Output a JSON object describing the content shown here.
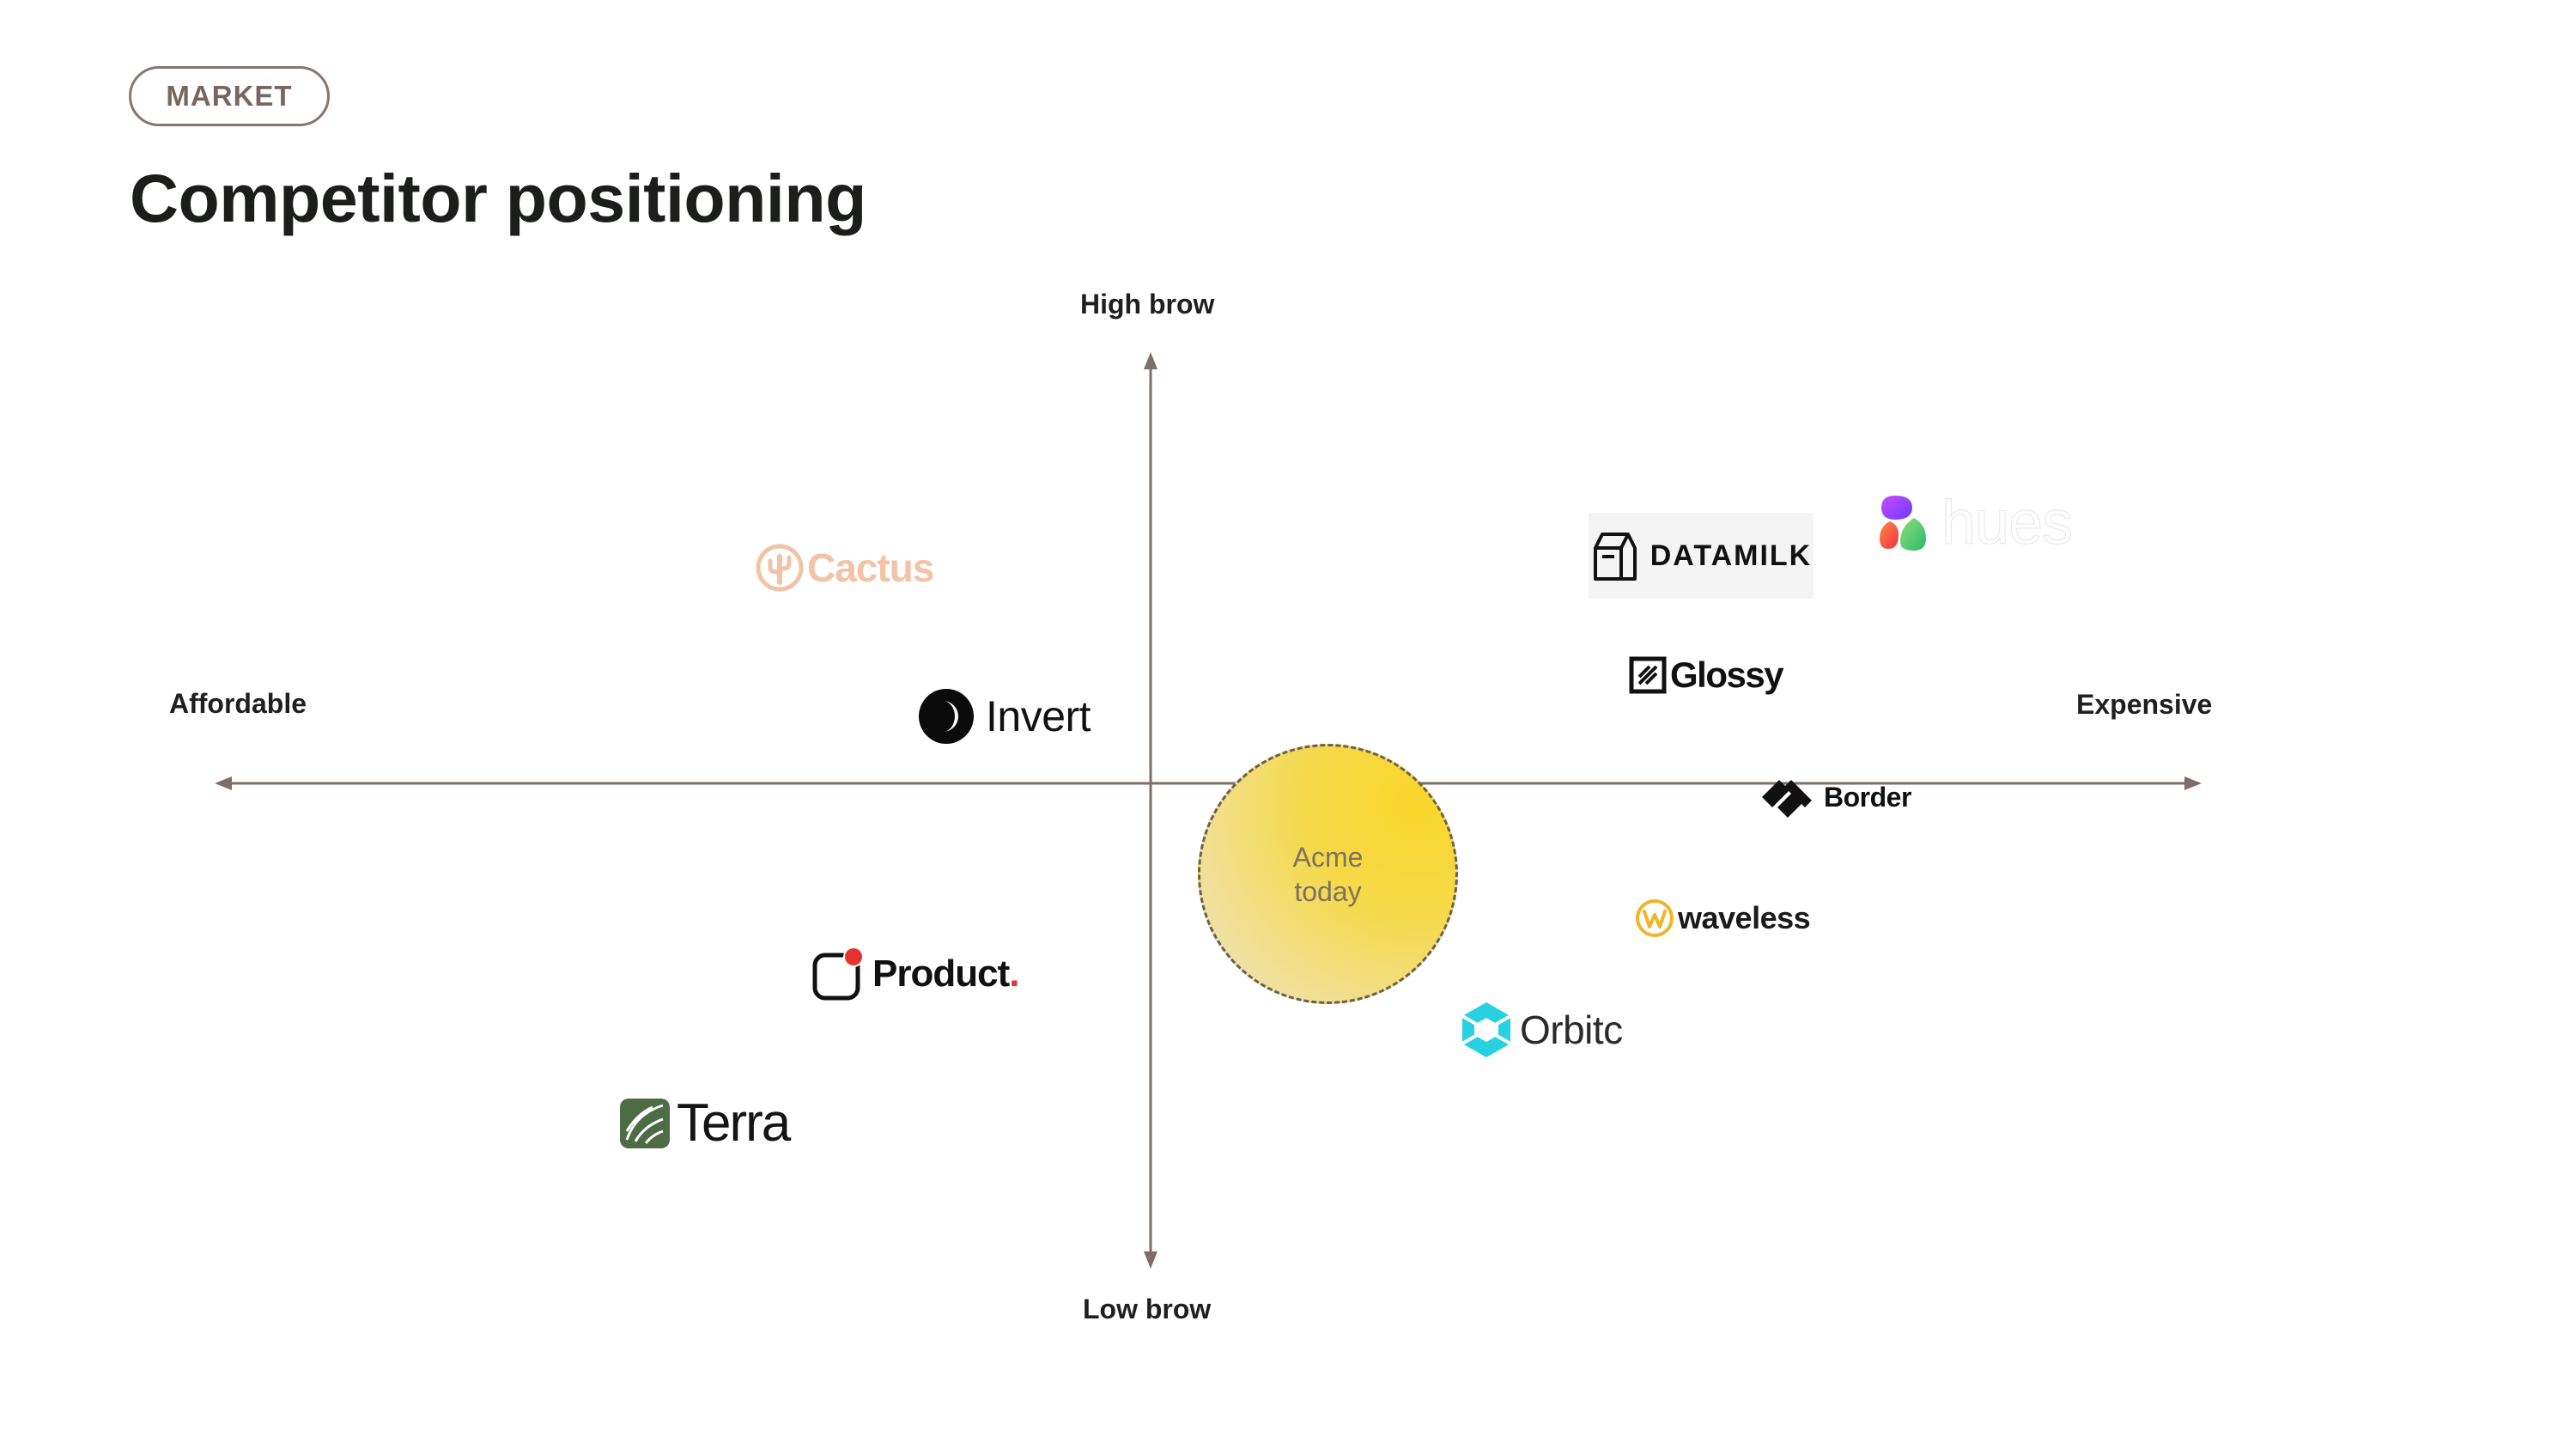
{
  "header": {
    "tag": "MARKET",
    "title": "Competitor positioning"
  },
  "axes": {
    "top": "High brow",
    "bottom": "Low brow",
    "left": "Affordable",
    "right": "Expensive"
  },
  "current_position": {
    "line1": "Acme",
    "line2": "today"
  },
  "competitors": {
    "cactus": "Cactus",
    "invert": "Invert",
    "product": "Product",
    "product_dot": ".",
    "terra": "Terra",
    "datamilk": "DATAMILK",
    "hues": "hues",
    "glossy": "Glossy",
    "border": "Border",
    "waveless": "waveless",
    "orbitc": "Orbitc"
  },
  "colors": {
    "axis": "#7d6e69",
    "bubble": "#f9d62a",
    "cactus": "#f2c3a6",
    "product_accent": "#e8322f",
    "terra": "#4d6b45",
    "waveless": "#f0b429",
    "orbitc": "#27d1e0"
  }
}
